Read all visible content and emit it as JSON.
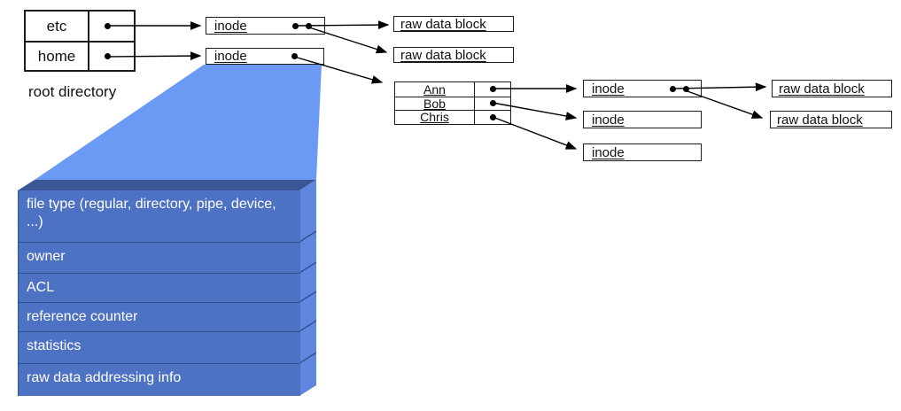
{
  "labels": {
    "root_directory": "root directory",
    "inode": "inode",
    "raw_data_block": "raw data block"
  },
  "root_table": {
    "rows": [
      "etc",
      "home"
    ]
  },
  "home_directory_table": {
    "rows": [
      "Ann",
      "Bob",
      "Chris"
    ]
  },
  "inode_detail": {
    "fields": [
      "file type (regular, directory, pipe, device, ...)",
      "owner",
      "ACL",
      "reference counter",
      "statistics",
      "raw data addressing info"
    ]
  },
  "colors": {
    "funnel": "#6b9af5",
    "slab_front": "#4d72c4",
    "slab_side": "#5f87e0",
    "slab_top": "#3a5697",
    "row_separator": "#33508f",
    "text_on_blue": "#ffffff",
    "line": "#000000"
  }
}
